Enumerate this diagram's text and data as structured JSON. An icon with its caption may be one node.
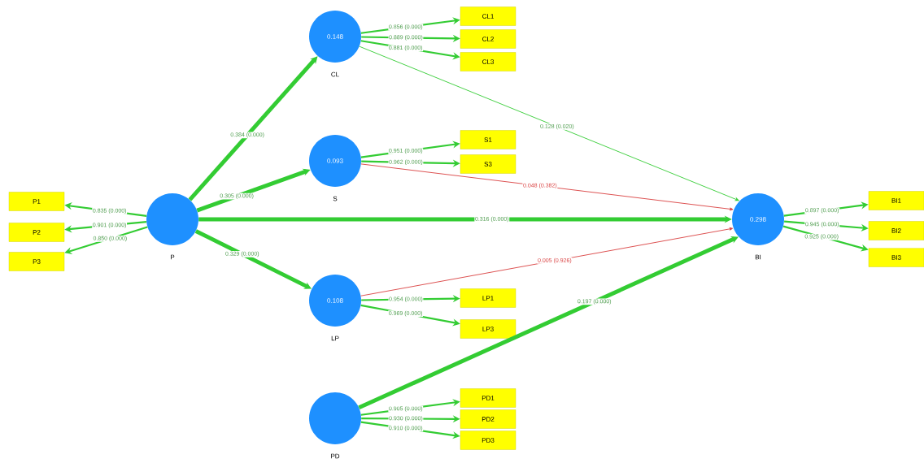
{
  "diagram": {
    "nodes": [
      {
        "text": [],
        "shape": "circle",
        "beside": [
          "P"
        ]
      },
      {
        "text": [
          "P1"
        ]
      },
      {
        "text": [
          "P2"
        ]
      },
      {
        "text": [
          "P3"
        ]
      },
      {
        "text": [
          "0.148"
        ],
        "beside": [
          "CL"
        ]
      },
      {
        "text": [
          "CL1"
        ]
      },
      {
        "text": [
          "CL2"
        ]
      },
      {
        "text": [
          "CL3"
        ]
      },
      {
        "text": [
          "0.093"
        ],
        "beside": [
          "S"
        ]
      },
      {
        "text": [
          "S1"
        ]
      },
      {
        "text": [
          "S3"
        ]
      },
      {
        "text": [
          "0.108"
        ],
        "beside": [
          "LP"
        ]
      },
      {
        "text": [
          "LP1"
        ]
      },
      {
        "text": [
          "LP3"
        ]
      },
      {
        "text": [],
        "shape": "circle",
        "beside": [
          "PD"
        ]
      },
      {
        "text": [
          "PD1"
        ]
      },
      {
        "text": [
          "PD2"
        ]
      },
      {
        "text": [
          "PD3"
        ]
      },
      {
        "text": [
          "0.298"
        ],
        "beside": [
          "BI"
        ]
      },
      {
        "text": [
          "BI1"
        ]
      },
      {
        "text": [
          "BI2"
        ]
      },
      {
        "text": [
          "BI3"
        ]
      }
    ],
    "edges": [
      {
        "from": 0,
        "to": 1,
        "arrow": "to",
        "label": "0.835 (0.000)"
      },
      {
        "from": 0,
        "to": 2,
        "arrow": "to",
        "label": "0.901 (0.000)"
      },
      {
        "from": 0,
        "to": 3,
        "arrow": "to",
        "label": "0.850 (0.000)"
      },
      {
        "from": 0,
        "to": 4,
        "arrow": "to",
        "label": "0.384 (0.000)",
        "style": "thick"
      },
      {
        "from": 0,
        "to": 8,
        "arrow": "to",
        "label": "0.305 (0.000)",
        "style": "thick"
      },
      {
        "from": 0,
        "to": 18,
        "arrow": "to",
        "label": "0.316 (0.000)",
        "style": "thick"
      },
      {
        "from": 0,
        "to": 11,
        "arrow": "to",
        "label": "0.329 (0.000)",
        "style": "thick"
      },
      {
        "from": 4,
        "to": 5,
        "arrow": "to",
        "label": "0.856 (0.000)"
      },
      {
        "from": 4,
        "to": 6,
        "arrow": "to",
        "label": "0.889 (0.000)"
      },
      {
        "from": 4,
        "to": 7,
        "arrow": "to",
        "label": "0.881 (0.000)"
      },
      {
        "from": 4,
        "to": 18,
        "arrow": "to",
        "label": "0.128 (0.020)"
      },
      {
        "from": 8,
        "to": 9,
        "arrow": "to",
        "label": "0.951 (0.000)"
      },
      {
        "from": 8,
        "to": 10,
        "arrow": "to",
        "label": "0.962 (0.000)"
      },
      {
        "from": 8,
        "to": 18,
        "arrow": "to",
        "label": "0.048 (0.382)",
        "color": "#d94040"
      },
      {
        "from": 11,
        "to": 18,
        "arrow": "to",
        "label": "0.005 (0.926)",
        "color": "#d94040"
      },
      {
        "from": 11,
        "to": 12,
        "arrow": "to",
        "label": "0.954 (0.000)"
      },
      {
        "from": 11,
        "to": 13,
        "arrow": "to",
        "label": "0.969 (0.000)"
      },
      {
        "from": 14,
        "to": 18,
        "arrow": "to",
        "label": "0.197 (0.000)",
        "style": "thick"
      },
      {
        "from": 14,
        "to": 15,
        "arrow": "to",
        "label": "0.905 (0.000)"
      },
      {
        "from": 14,
        "to": 16,
        "arrow": "to",
        "label": "0.930 (0.000)"
      },
      {
        "from": 14,
        "to": 17,
        "arrow": "to",
        "label": "0.910 (0.000)"
      },
      {
        "from": 18,
        "to": 19,
        "arrow": "to",
        "label": "0.897 (0.000)"
      },
      {
        "from": 18,
        "to": 20,
        "arrow": "to",
        "label": "0.945 (0.000)"
      },
      {
        "from": 18,
        "to": 21,
        "arrow": "to",
        "label": "0.925 (0.000)"
      }
    ]
  }
}
